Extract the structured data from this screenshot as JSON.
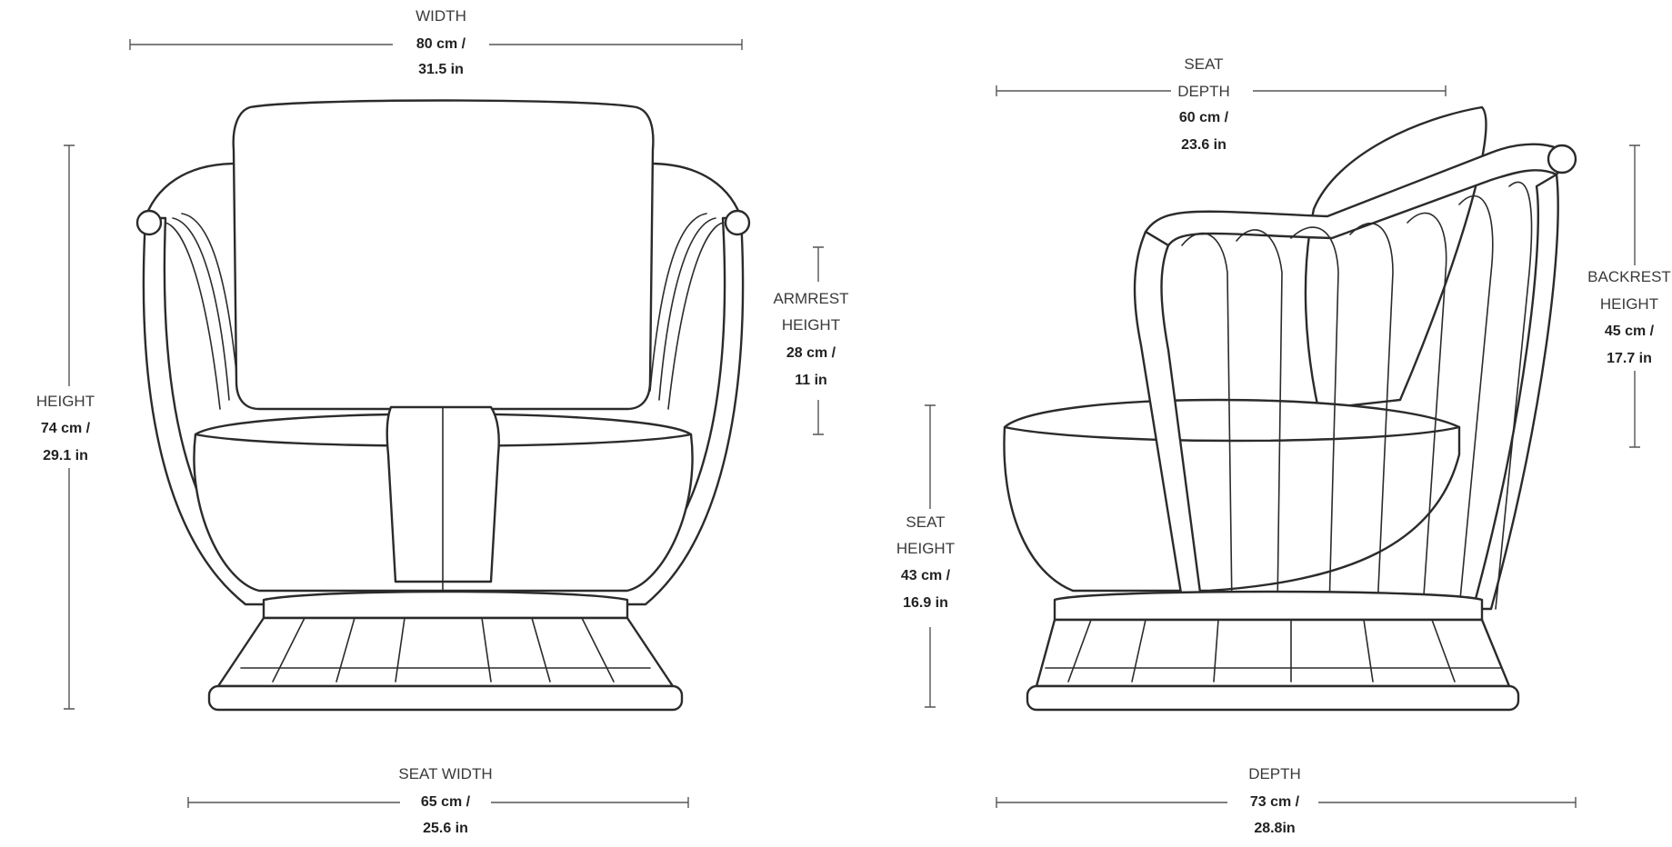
{
  "dimensions": {
    "width": {
      "label": "WIDTH",
      "metric": "80 cm /",
      "imperial": "31.5 in"
    },
    "height": {
      "label": "HEIGHT",
      "metric": "74 cm /",
      "imperial": "29.1 in"
    },
    "armrest": {
      "label_1": "ARMREST",
      "label_2": "HEIGHT",
      "metric": "28 cm /",
      "imperial": "11 in"
    },
    "seat_width": {
      "label": "SEAT WIDTH",
      "metric": "65 cm /",
      "imperial": "25.6 in"
    },
    "seat_depth": {
      "label_1": "SEAT",
      "label_2": "DEPTH",
      "metric": "60 cm /",
      "imperial": "23.6 in"
    },
    "backrest": {
      "label_1": "BACKREST",
      "label_2": "HEIGHT",
      "metric": "45 cm /",
      "imperial": "17.7 in"
    },
    "seat_height": {
      "label_1": "SEAT",
      "label_2": "HEIGHT",
      "metric": "43 cm /",
      "imperial": "16.9 in"
    },
    "depth": {
      "label": "DEPTH",
      "metric": "73 cm /",
      "imperial": "28.8in"
    }
  },
  "colors": {
    "ink": "#2b2b2b",
    "dimension_line": "#555555",
    "text": "#3a3a3a",
    "background": "#ffffff"
  }
}
